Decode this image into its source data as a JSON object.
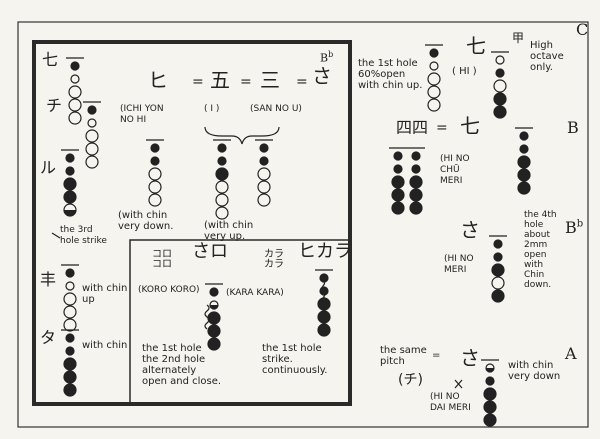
{
  "pitch_labels": {
    "c": "C",
    "b": "B",
    "b_flat": "B",
    "b_flat_sup": "b",
    "a": "A",
    "b_flat_top_sup": "b"
  },
  "main": {
    "kana_top_left": "七",
    "kana_chi": "チ",
    "kana_ru": "ル",
    "kana_hi": "ヒ",
    "kana_i": "五",
    "kana_sanou": "三",
    "kana_sa": "さ",
    "kana_ni": "丰",
    "kana_ta": "タ",
    "romaji_ichiyon": "(ICHI YON\nNO HI",
    "romaji_i": "( I )",
    "romaji_sanou": "(SAN NO U)",
    "note_chin_very_down": "(with chin\nvery down.",
    "note_chin_very_up": "(with chin\nvery up.",
    "note_3rd_hole": "the 3rd\nhole strike",
    "note_with_chin_up": "with chin\nup",
    "note_with_chin": "with chin"
  },
  "inner": {
    "kana_koro": "コロ\nコロ",
    "kana_sa_ro": "さロ",
    "kana_kara": "カラ\nカラ",
    "kana_hi_kara": "ヒカラ",
    "romaji_koro": "(KORO KORO)",
    "romaji_kara": "(KARA KARA)",
    "note_alternate": "the 1st hole\nthe 2nd hole\nalternately\nopen and close.",
    "note_continuously": "the 1st hole\nstrike.\ncontinuously."
  },
  "right": {
    "note_1st_hole": "the 1st hole\n60%open\nwith chin up.",
    "romaji_hi": "( HI )",
    "note_high_octave": "High\noctave\nonly.",
    "kana_c": "七",
    "kana_c_mark": "甲",
    "kana_b": "四四",
    "kana_b2": "七",
    "romaji_hi_no_chu": "(HI NO\nCHŪ\nMERI",
    "kana_bflat": "さ",
    "romaji_hi_no_meri": "(HI NO\nMERI",
    "note_4th_hole": "the 4th\nhole\nabout\n2mm\nopen\nwith\nChin\ndown.",
    "note_same_pitch": "the same\npitch",
    "kana_same_pitch": "(チ)",
    "kana_a": "さ",
    "romaji_hi_no_dai_meri": "(HI NO\nDAI MERI",
    "note_chin_very_down": "with chin\nvery down"
  }
}
